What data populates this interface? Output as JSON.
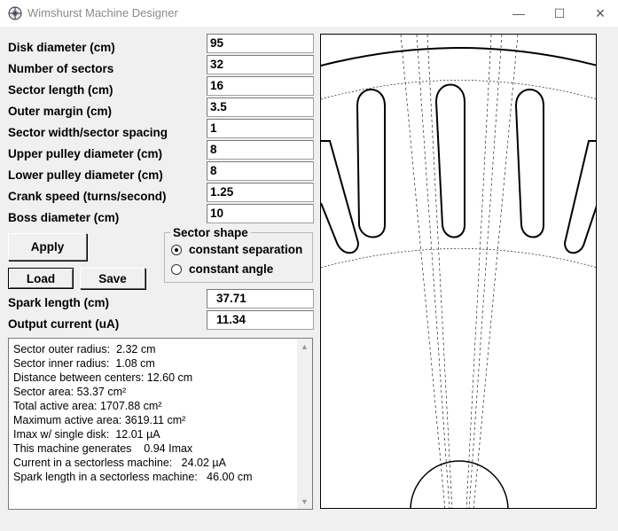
{
  "window": {
    "title": "Wimshurst Machine Designer",
    "buttons": {
      "minimize": "—",
      "maximize": "☐",
      "close": "✕"
    }
  },
  "params": [
    {
      "label": "Disk diameter (cm)",
      "value": "95"
    },
    {
      "label": "Number of sectors",
      "value": "32"
    },
    {
      "label": "Sector length (cm)",
      "value": "16"
    },
    {
      "label": "Outer margin (cm)",
      "value": "3.5"
    },
    {
      "label": "Sector width/sector spacing",
      "value": "1"
    },
    {
      "label": "Upper pulley diameter (cm)",
      "value": "8"
    },
    {
      "label": "Lower pulley diameter (cm)",
      "value": "8"
    },
    {
      "label": "Crank speed (turns/second)",
      "value": "1.25"
    },
    {
      "label": "Boss diameter (cm)",
      "value": "10"
    }
  ],
  "buttons": {
    "apply": "Apply",
    "load": "Load",
    "save": "Save"
  },
  "sector_shape": {
    "title": "Sector shape",
    "options": [
      {
        "label": "constant separation",
        "selected": true
      },
      {
        "label": "constant angle",
        "selected": false
      }
    ]
  },
  "outputs": [
    {
      "label": "Spark length (cm)",
      "value": "37.71"
    },
    {
      "label": "Output current (uA)",
      "value": "11.34"
    }
  ],
  "report": [
    "Sector outer radius:  2.32 cm",
    "Sector inner radius:  1.08 cm",
    "Distance between centers: 12.60 cm",
    "Sector area: 53.37 cm²",
    "Total active area: 1707.88 cm²",
    "Maximum active area: 3619.11 cm²",
    "Imax w/ single disk:  12.01 µA",
    "This machine generates    0.94 Imax",
    "Current in a sectorless machine:   24.02 µA",
    "Spark length in a sectorless machine:   46.00 cm"
  ],
  "icons": {
    "app": "wimshurst-app-icon",
    "scroll_up": "scroll-up-arrow-icon",
    "scroll_down": "scroll-down-arrow-icon"
  }
}
